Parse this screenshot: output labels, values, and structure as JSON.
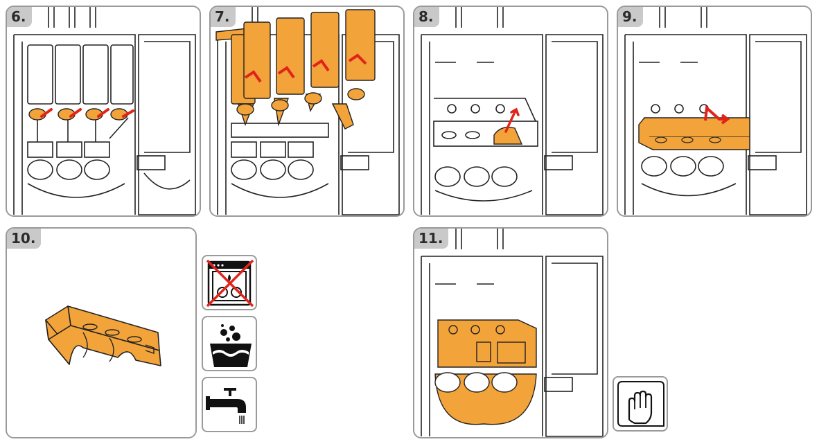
{
  "steps": [
    {
      "label": "6."
    },
    {
      "label": "7."
    },
    {
      "label": "8."
    },
    {
      "label": "9."
    },
    {
      "label": "10."
    },
    {
      "label": "11."
    }
  ],
  "icons": {
    "no_dishwasher": "dishwasher-crossed-icon",
    "wash_basin": "wash-basin-icon",
    "water_tap": "water-tap-icon",
    "wipe_hand": "wipe-hand-icon"
  },
  "colors": {
    "highlight": "#F2A33A",
    "arrow": "#E2231A",
    "outline": "#222222",
    "frame": "#9A9A9A",
    "badge": "#C9C9C9",
    "cross": "#E2231A"
  }
}
